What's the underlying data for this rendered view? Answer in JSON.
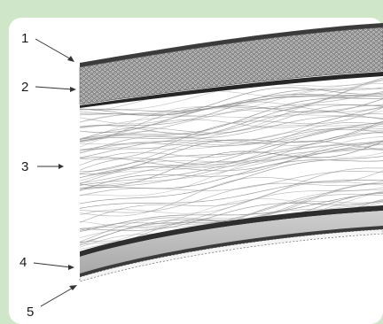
{
  "figure": {
    "frame_color": "#cfe6c8",
    "labels": [
      {
        "id": "1",
        "text": "1"
      },
      {
        "id": "2",
        "text": "2"
      },
      {
        "id": "3",
        "text": "3"
      },
      {
        "id": "4",
        "text": "4"
      },
      {
        "id": "5",
        "text": "5"
      }
    ]
  }
}
